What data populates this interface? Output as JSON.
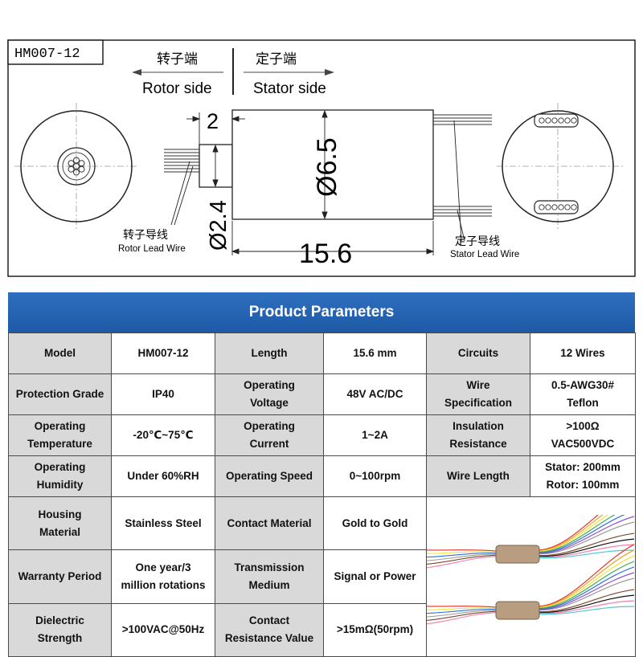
{
  "drawing": {
    "model_tag": "HM007-12",
    "rotor_cn": "转子端",
    "rotor_en": "Rotor side",
    "stator_cn": "定子端",
    "stator_en": "Stator side",
    "dim_2": "2",
    "dim_d65": "Ø6.5",
    "dim_d24": "Ø2.4",
    "dim_156": "15.6",
    "rotor_lead_cn": "转子导线",
    "rotor_lead_en": "Rotor Lead Wire",
    "stator_lead_cn": "定子导线",
    "stator_lead_en": "Stator Lead Wire"
  },
  "header": {
    "title": "Product Parameters"
  },
  "rows": [
    [
      "Model",
      "HM007-12",
      "Length",
      "15.6 mm",
      "Circuits",
      "12 Wires"
    ],
    [
      "Protection Grade",
      "IP40",
      "Operating\nVoltage",
      "48V AC/DC",
      "Wire\nSpecification",
      "0.5-AWG30#\nTeflon"
    ],
    [
      "Operating\nTemperature",
      "-20℃~75℃",
      "Operating\nCurrent",
      "1~2A",
      "Insulation\nResistance",
      ">100Ω\nVAC500VDC"
    ],
    [
      "Operating\nHumidity",
      "Under 60%RH",
      "Operating Speed",
      "0~100rpm",
      "Wire Length",
      "Stator:  200mm\nRotor:  100mm"
    ],
    [
      "Housing\nMaterial",
      "Stainless Steel",
      "Contact Material",
      "Gold to Gold"
    ],
    [
      "Warranty Period",
      "One year/3\nmillion rotations",
      "Transmission\nMedium",
      "Signal or Power"
    ],
    [
      "Dielectric\nStrength",
      ">100VAC@50Hz",
      "Contact\nResistance Value",
      ">15mΩ(50rpm)"
    ]
  ],
  "colors": {
    "header_blue": "#1f5fae",
    "label_gray": "#d9d9d9",
    "rotor_body": "#b89d80"
  },
  "wire_colors": [
    "#e0342b",
    "#f0a020",
    "#f5e03a",
    "#3bb04a",
    "#2f6fd6",
    "#8a4fc9",
    "#9a9a9a",
    "#ffffff",
    "#7a4a2a",
    "#111111",
    "#f07fb0",
    "#48c8d0"
  ]
}
